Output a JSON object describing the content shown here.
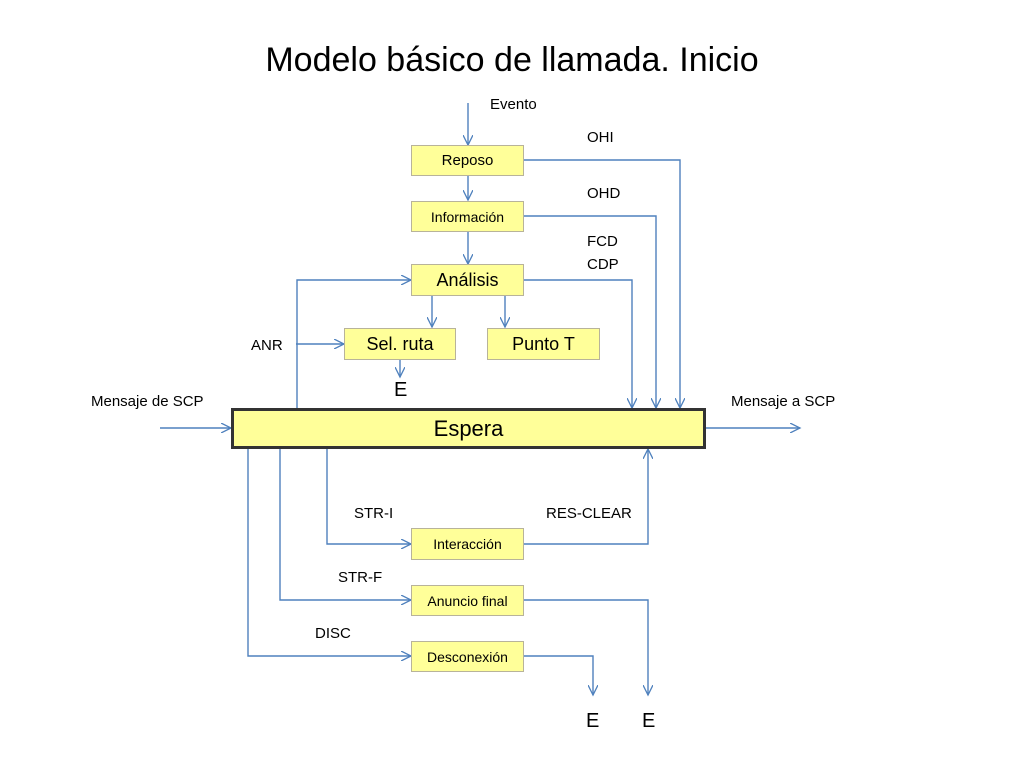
{
  "title": "Modelo básico de llamada. Inicio",
  "states": {
    "reposo": "Reposo",
    "informacion": "Información",
    "analisis": "Análisis",
    "sel_ruta": "Sel. ruta",
    "punto_t": "Punto T",
    "espera": "Espera",
    "interaccion": "Interacción",
    "anuncio_final": "Anuncio final",
    "desconexion": "Desconexión"
  },
  "labels": {
    "evento": "Evento",
    "ohi": "OHI",
    "ohd": "OHD",
    "fcd": "FCD",
    "cdp": "CDP",
    "anr": "ANR",
    "e_sel_ruta": "E",
    "mensaje_de_scp": "Mensaje de SCP",
    "mensaje_a_scp": "Mensaje a SCP",
    "str_i": "STR-I",
    "res_clear": "RES-CLEAR",
    "str_f": "STR-F",
    "disc": "DISC",
    "e_left": "E",
    "e_right": "E"
  },
  "colors": {
    "box_fill": "#ffff99",
    "line": "#4f81bd"
  }
}
